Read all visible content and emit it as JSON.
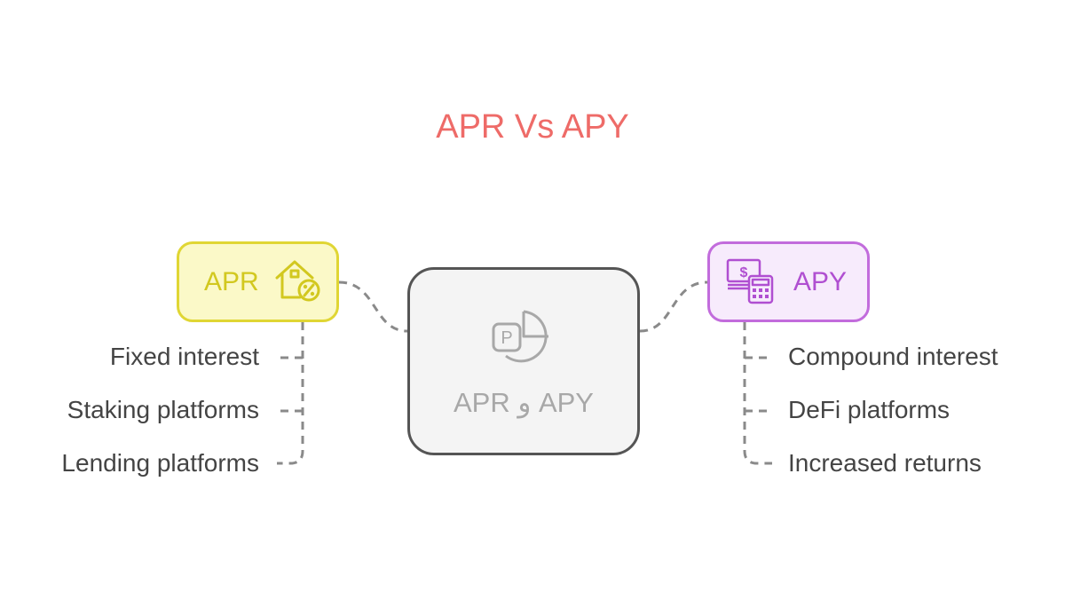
{
  "title": "APR Vs APY",
  "center": {
    "label": "APR و APY",
    "icon": "presentation-pie-icon"
  },
  "apr": {
    "label": "APR",
    "icon": "house-percent-icon",
    "color": "#d2c81f",
    "items": [
      "Fixed interest",
      "Staking platforms",
      "Lending platforms"
    ]
  },
  "apy": {
    "label": "APY",
    "icon": "cash-calculator-icon",
    "color": "#b04fd1",
    "items": [
      "Compound interest",
      "DeFi platforms",
      "Increased returns"
    ]
  },
  "colors": {
    "title": "#ee6b68",
    "apr_fill": "#fbf9c8",
    "apr_border": "#e0d634",
    "apy_fill": "#f7ebfc",
    "apy_border": "#c26cdc",
    "center_fill": "#f4f4f4",
    "center_border": "#555555",
    "connector": "#8a8a8a"
  }
}
